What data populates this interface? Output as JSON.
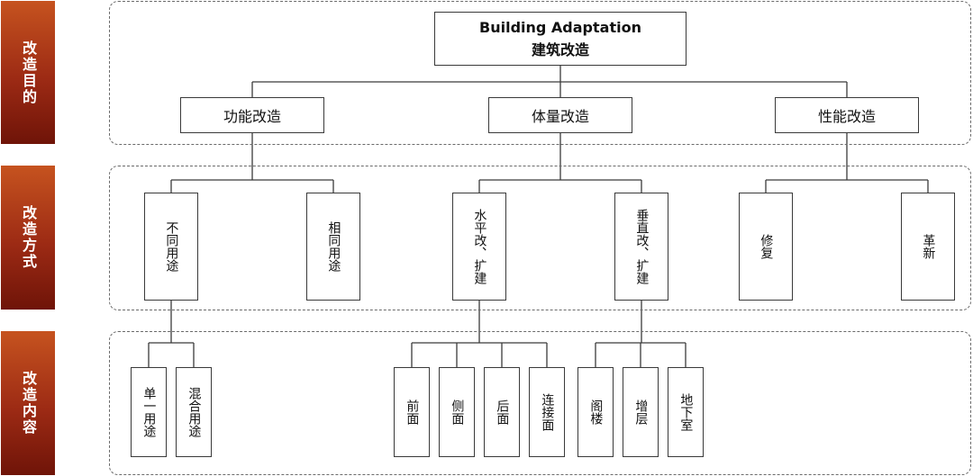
{
  "side_labels": {
    "purpose": "改造目的",
    "method": "改造方式",
    "content": "改造内容"
  },
  "root": {
    "en": "Building Adaptation",
    "zh": "建筑改造"
  },
  "purposes": {
    "function": "功能改造",
    "volume": "体量改造",
    "performance": "性能改造"
  },
  "methods": {
    "different_use": "不同用途",
    "same_use": "相同用途",
    "horizontal": "水平改、扩建",
    "vertical": "垂直改、扩建",
    "repair": "修复",
    "renovate": "革新"
  },
  "contents": {
    "single_use": "单一用途",
    "mixed_use": "混合用途",
    "front": "前面",
    "side": "侧面",
    "back": "后面",
    "connecting": "连接面",
    "attic": "阁楼",
    "add_floor": "增层",
    "basement": "地下室"
  }
}
